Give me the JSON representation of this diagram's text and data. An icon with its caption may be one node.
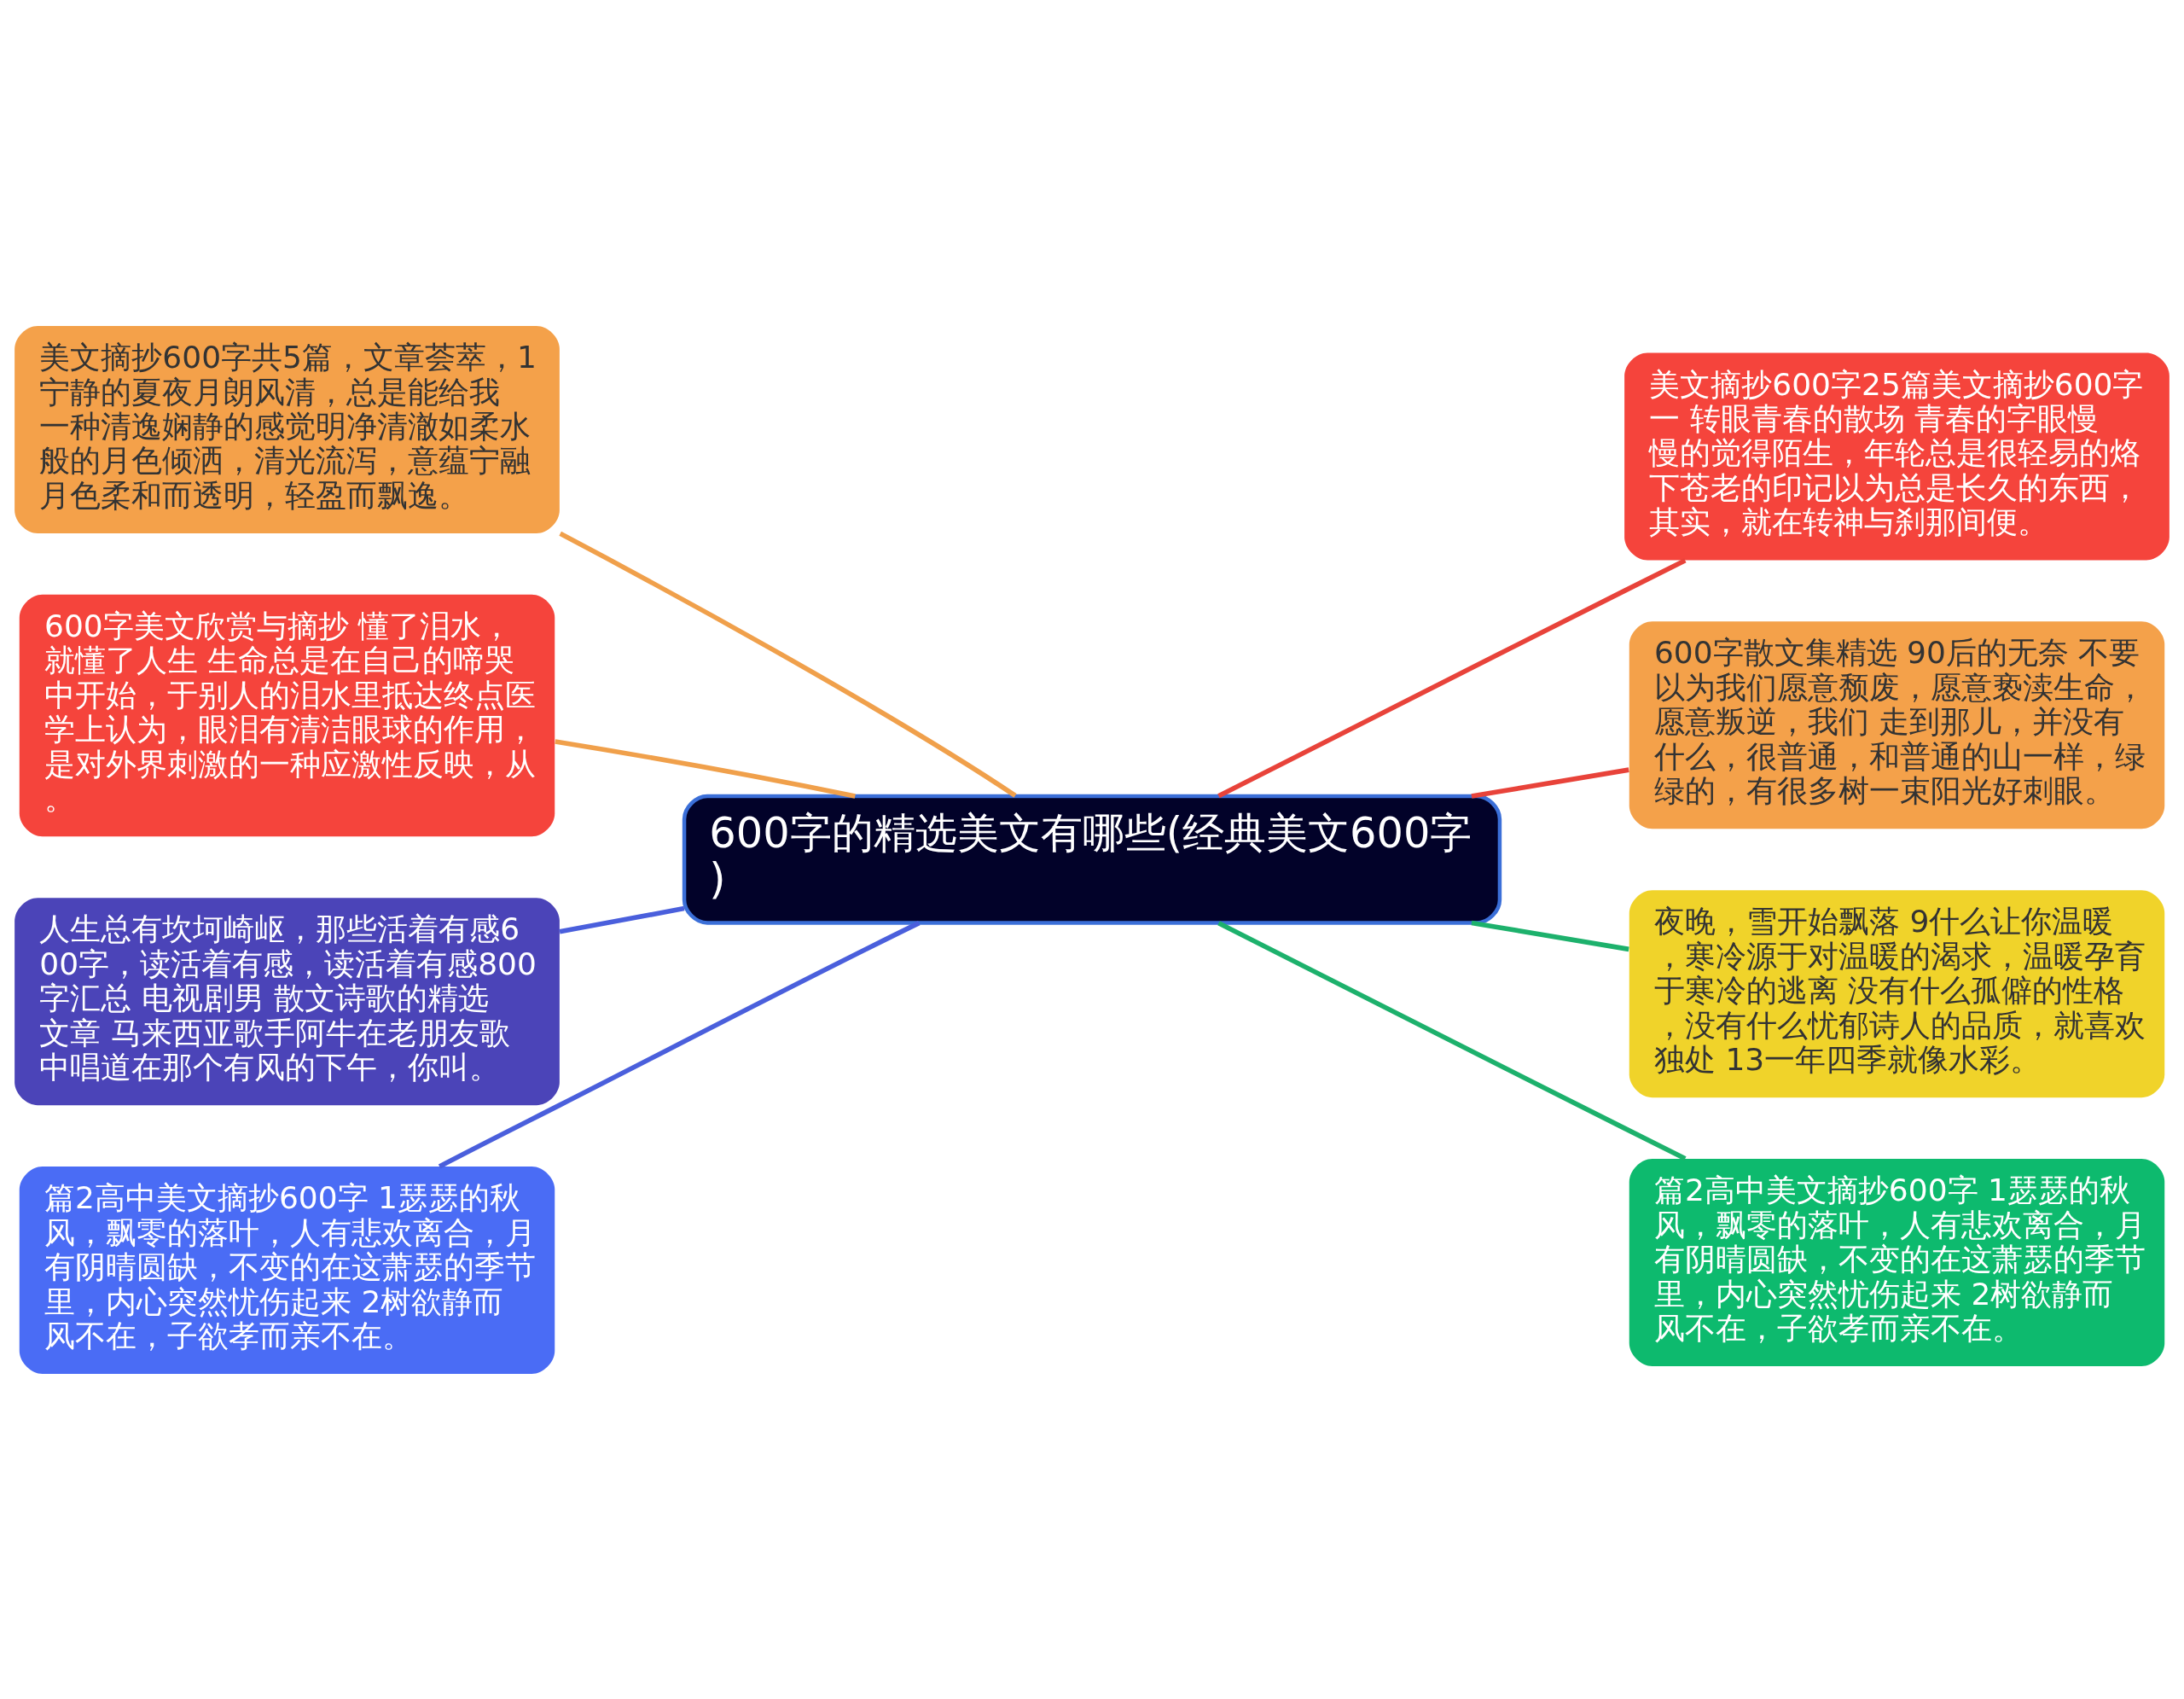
{
  "diagram": {
    "nodes": [
      {
        "text": [
          "600字的精选美文有哪些(经典美文600字)"
        ]
      },
      {
        "text": [
          "美文摘抄600字共5篇，文章荟萃，1 宁静的夏夜月朗风清，总是能给我一种清逸娴静的感觉明净清澈如柔水般的月色倾洒，清光流泻，意蕴宁融月色柔和而透明，轻盈而飘逸。"
        ]
      },
      {
        "text": [
          "600字美文欣赏与摘抄 懂了泪水，就懂了人生 生命总是在自己的啼哭中开始，于别人的泪水里抵达终点医学上认为，眼泪有清洁眼球的作用，是对外界刺激的一种应激性反映，从。"
        ]
      },
      {
        "text": [
          "人生总有坎坷崎岖，那些活着有感600字，读活着有感，读活着有感800字汇总 电视剧男 散文诗歌的精选文章 马来西亚歌手阿牛在老朋友歌中唱道在那个有风的下午，你叫。"
        ]
      },
      {
        "text": [
          "篇2高中美文摘抄600字 1瑟瑟的秋风，飘零的落叶，人有悲欢离合，月有阴晴圆缺，不变的在这萧瑟的季节里，内心突然忧伤起来 2树欲静而风不在，子欲孝而亲不在。"
        ]
      },
      {
        "text": [
          "美文摘抄600字25篇美文摘抄600字一 转眼青春的散场 青春的字眼慢慢的觉得陌生，年轮总是很轻易的烙下苍老的印记以为总是长久的东西，其实，就在转神与刹那间便。"
        ]
      },
      {
        "text": [
          "600字散文集精选 90后的无奈 不要以为我们愿意颓废，愿意亵渎生命，愿意叛逆，我们 走到那儿，并没有什么，很普通，和普通的山一样，绿绿的，有很多树一束阳光好刺眼。"
        ]
      },
      {
        "text": [
          "夜晚，雪开始飘落 9什么让你温暖，寒冷源于对温暖的渴求，温暖孕育于寒冷的逃离 没有什么孤僻的性格，没有什么忧郁诗人的品质，就喜欢独处 13一年四季就像水彩。"
        ]
      },
      {
        "text": [
          "篇2高中美文摘抄600字 1瑟瑟的秋风，飘零的落叶，人有悲欢离合，月有阴晴圆缺，不变的在这萧瑟的季节里，内心突然忧伤起来 2树欲静而风不在，子欲孝而亲不在。"
        ]
      }
    ],
    "edges": [
      {
        "from": 0,
        "to": 1,
        "arrow": "none",
        "color": "#f0a04b"
      },
      {
        "from": 0,
        "to": 2,
        "arrow": "none",
        "color": "#f0a04b"
      },
      {
        "from": 0,
        "to": 3,
        "arrow": "none",
        "color": "#4a5fdc"
      },
      {
        "from": 0,
        "to": 4,
        "arrow": "none",
        "color": "#4a5fdc"
      },
      {
        "from": 0,
        "to": 5,
        "arrow": "none",
        "color": "#e8433a"
      },
      {
        "from": 0,
        "to": 6,
        "arrow": "none",
        "color": "#e8433a"
      },
      {
        "from": 0,
        "to": 7,
        "arrow": "none",
        "color": "#1db16c"
      },
      {
        "from": 0,
        "to": 8,
        "arrow": "none",
        "color": "#1db16c"
      }
    ]
  }
}
